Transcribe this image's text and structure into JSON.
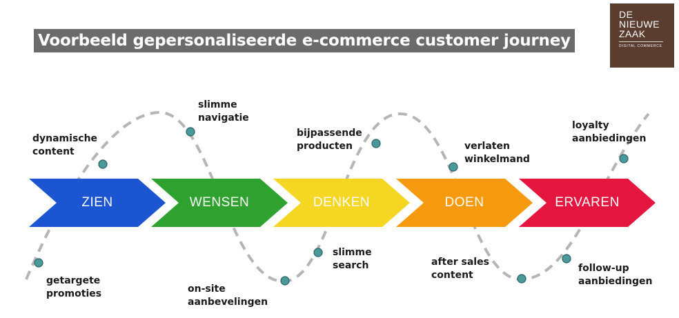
{
  "title": "Voorbeeld gepersonaliseerde e-commerce customer journey",
  "logo": {
    "line1": "DE",
    "line2": "NIEUWE",
    "line3": "ZAAK",
    "tagline": "DIGITAL COMMERCE"
  },
  "stages": [
    {
      "label": "ZIEN",
      "color": "#1c55d1"
    },
    {
      "label": "WENSEN",
      "color": "#2ea12e"
    },
    {
      "label": "DENKEN",
      "color": "#f5d623"
    },
    {
      "label": "DOEN",
      "color": "#f59a0f"
    },
    {
      "label": "ERVAREN",
      "color": "#e4153f"
    }
  ],
  "touchpoints": {
    "getargete_promoties": "getargete\npromoties",
    "dynamische_content": "dynamische\ncontent",
    "slimme_navigatie": "slimme\nnavigatie",
    "on_site_aanbevelingen": "on-site\naanbevelingen",
    "slimme_search": "slimme\nsearch",
    "bijpassende_producten": "bijpassende\nproducten",
    "verlaten_winkelmand": "verlaten\nwinkelmand",
    "after_sales_content": "after sales\ncontent",
    "follow_up_aanbiedingen": "follow-up\naanbiedingen",
    "loyalty_aanbiedingen": "loyalty\naanbiedingen"
  },
  "colors": {
    "curve": "#b5b5b5",
    "dot_fill": "#4a9a9a",
    "dot_stroke": "#2a5e66"
  }
}
